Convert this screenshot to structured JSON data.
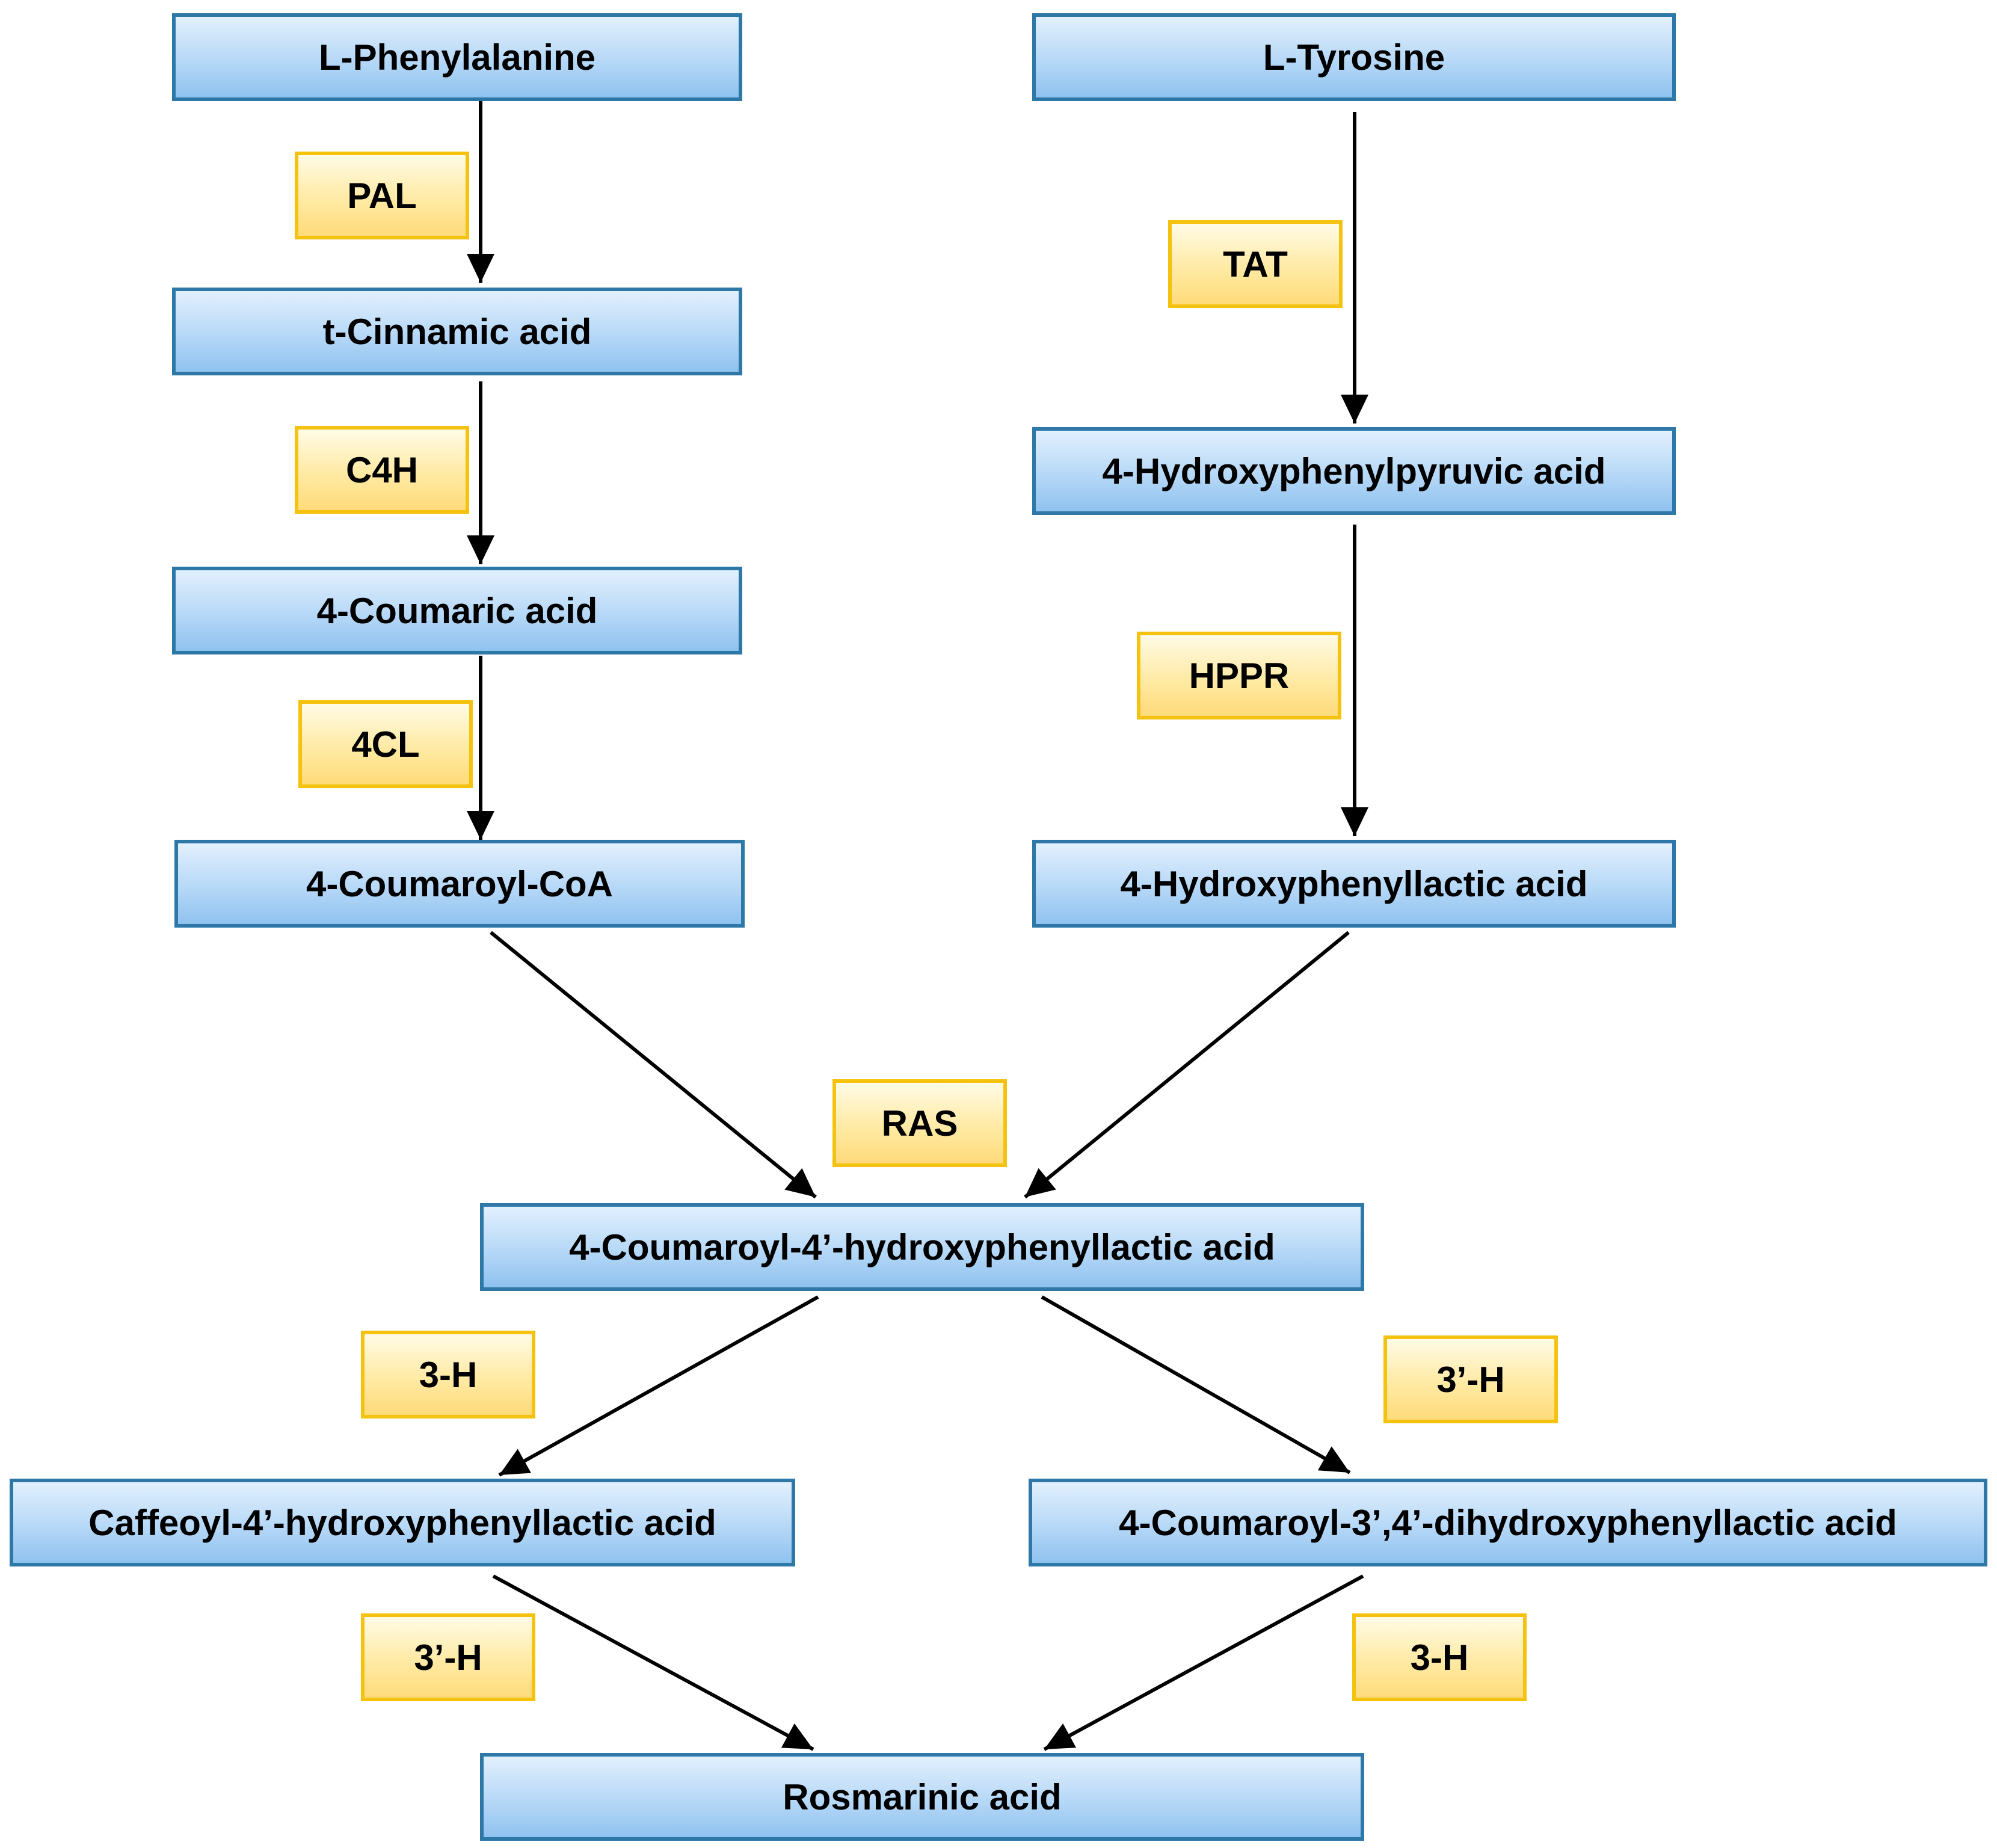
{
  "compounds": {
    "l_phenylalanine": "L-Phenylalanine",
    "l_tyrosine": "L-Tyrosine",
    "t_cinnamic_acid": "t-Cinnamic acid",
    "hydroxyphenylpyruvic_acid": "4-Hydroxyphenylpyruvic acid",
    "coumaric_acid": "4-Coumaric acid",
    "coumaroyl_coa": "4-Coumaroyl-CoA",
    "hydroxyphenyllactic_acid": "4-Hydroxyphenyllactic acid",
    "coumaroyl_hydroxyphenyllactic_acid": "4-Coumaroyl-4’-hydroxyphenyllactic acid",
    "caffeoyl_hydroxyphenyllactic_acid": "Caffeoyl-4’-hydroxyphenyllactic acid",
    "coumaroyl_dihydroxyphenyllactic_acid": "4-Coumaroyl-3’,4’-dihydroxyphenyllactic acid",
    "rosmarinic_acid": "Rosmarinic acid"
  },
  "enzymes": {
    "pal": "PAL",
    "c4h": "C4H",
    "cl4": "4CL",
    "tat": "TAT",
    "hppr": "HPPR",
    "ras": "RAS",
    "h3_left": "3-H",
    "h3prime_right": "3’-H",
    "h3prime_left": "3’-H",
    "h3_right": "3-H"
  },
  "colors": {
    "compound_border": "#2e78a8",
    "compound_fill_top": "#e2f0fd",
    "compound_fill_bottom": "#8fc2ef",
    "enzyme_border": "#f5c20f",
    "enzyme_fill_top": "#fffbe6",
    "enzyme_fill_bottom": "#ffdb7a",
    "arrow": "#000000"
  }
}
